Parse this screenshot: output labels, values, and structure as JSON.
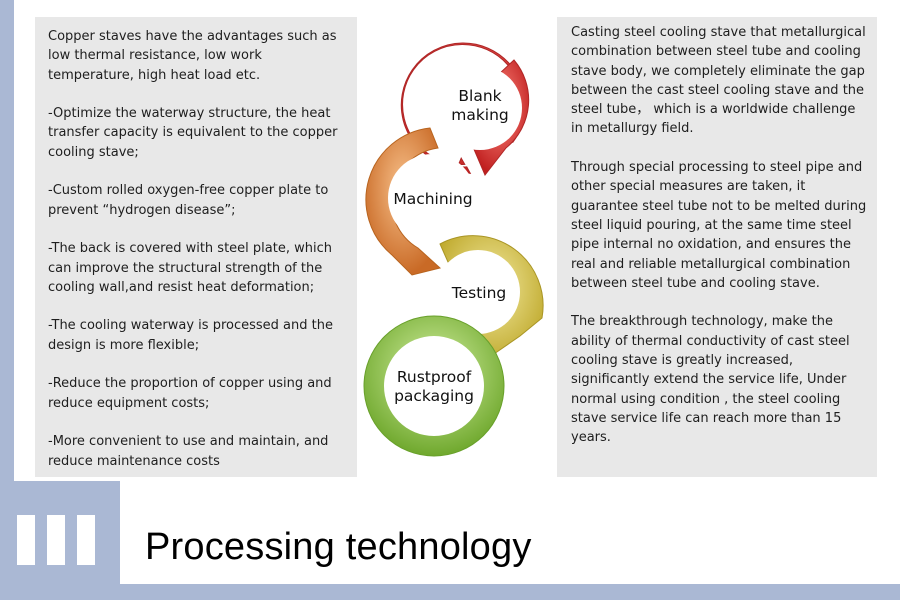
{
  "title": "Processing technology",
  "left_panel": {
    "paragraphs": [
      "Copper staves have the advantages such as low thermal resistance, low work temperature, high heat load etc.",
      "-Optimize the waterway structure, the heat transfer capacity is equivalent to the copper cooling stave;",
      "-Custom rolled oxygen-free copper plate to prevent “hydrogen disease”;",
      "-The back is covered with steel plate, which can improve the structural strength of the cooling wall,and resist heat deformation;",
      "-The cooling waterway is processed and the design is more flexible;",
      "-Reduce the proportion of copper using and reduce equipment costs;",
      "-More convenient to use and maintain, and reduce maintenance costs"
    ]
  },
  "right_panel": {
    "paragraphs": [
      "Casting steel cooling stave that metallurgical combination between steel tube and cooling stave body,  we completely eliminate the gap between the cast steel cooling stave and the steel tube， which is a worldwide challenge in metallurgy field.",
      "Through special processing to steel pipe and other special measures are taken, it guarantee steel tube not to be melted during steel liquid pouring, at the same time steel pipe internal no oxidation, and ensures the real and reliable metallurgical combination between steel tube and cooling stave.",
      "The breakthrough technology, make the ability of thermal conductivity of cast steel cooling stave is greatly increased, significantly extend the service life, Under normal using condition , the steel cooling stave service life can reach more than 15 years."
    ]
  },
  "process_steps": [
    {
      "lines": [
        "Blank",
        "making"
      ],
      "color": "#c8302b"
    },
    {
      "lines": [
        "Machining"
      ],
      "color": "#d8833a"
    },
    {
      "lines": [
        "Testing"
      ],
      "color": "#d4c043"
    },
    {
      "lines": [
        "Rustproof",
        "packaging"
      ],
      "color": "#8fc148"
    }
  ]
}
